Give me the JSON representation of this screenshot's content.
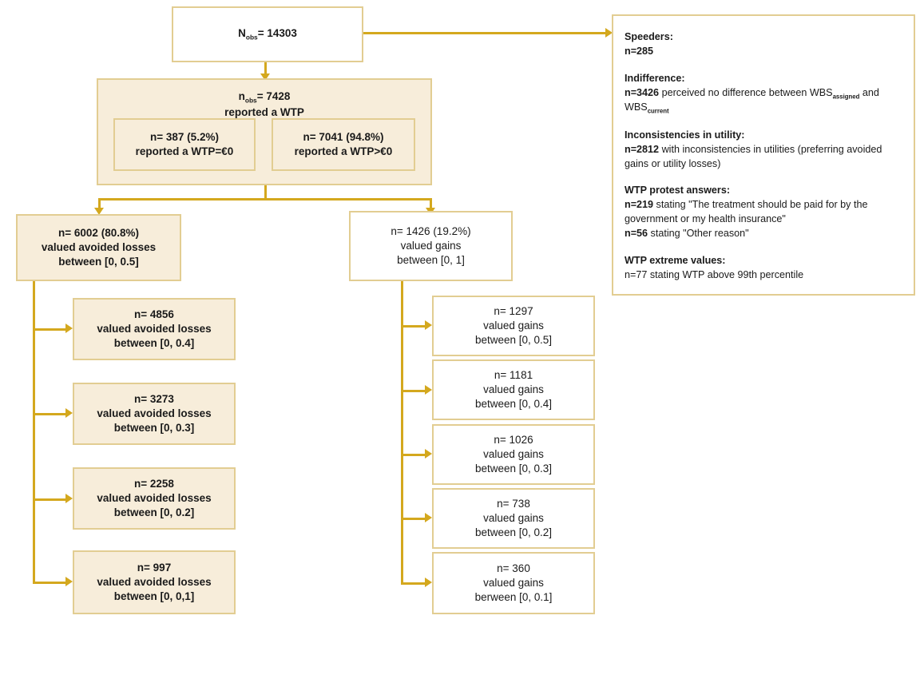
{
  "diagram": {
    "title": "WTP study sample flow diagram",
    "colors": {
      "connector": "#d4a81e",
      "box_border": "#e2cd92",
      "box_fill_tan": "#f7edda",
      "box_fill_white": "#ffffff",
      "text": "#1a1a1a"
    }
  },
  "nodes": {
    "total": {
      "label_prefix": "N",
      "label_sub": "obs",
      "label_value": "= 14303"
    },
    "wtp_parent": {
      "line1_prefix": "n",
      "line1_sub": "obs",
      "line1_value": "= 7428",
      "line2": "reported a WTP"
    },
    "wtp_zero": {
      "line1": "n= 387 (5.2%)",
      "line2": "reported a WTP=€0"
    },
    "wtp_pos": {
      "line1": "n= 7041 (94.8%)",
      "line2": "reported a WTP>€0"
    },
    "losses_parent": {
      "line1": "n= 6002 (80.8%)",
      "line2": "valued avoided losses",
      "line3": "between [0, 0.5]"
    },
    "gains_parent": {
      "line1": "n= 1426 (19.2%)",
      "line2": "valued gains",
      "line3": "between [0, 1]"
    }
  },
  "losses_children": [
    {
      "line1": "n= 4856",
      "line2": "valued avoided losses",
      "line3": "between [0, 0.4]"
    },
    {
      "line1": "n= 3273",
      "line2": "valued avoided losses",
      "line3": "between [0, 0.3]"
    },
    {
      "line1": "n= 2258",
      "line2": "valued avoided losses",
      "line3": "between [0, 0.2]"
    },
    {
      "line1": "n= 997",
      "line2": "valued avoided losses",
      "line3": "between [0, 0,1]"
    }
  ],
  "gains_children": [
    {
      "line1": "n= 1297",
      "line2": "valued gains",
      "line3": "between [0, 0.5]"
    },
    {
      "line1": "n= 1181",
      "line2": "valued gains",
      "line3": "between [0, 0.4]"
    },
    {
      "line1": "n= 1026",
      "line2": "valued gains",
      "line3": "between [0, 0.3]"
    },
    {
      "line1": "n= 738",
      "line2": "valued gains",
      "line3": "between [0, 0.2]"
    },
    {
      "line1": "n= 360",
      "line2": "valued gains",
      "line3": "berween [0, 0.1]"
    }
  ],
  "exclusions": {
    "speeders": {
      "heading": "Speeders:",
      "n": "n=285"
    },
    "indifference": {
      "heading": "Indifference:",
      "n": "n=3426",
      "text_a": " perceived no difference between WBS",
      "sub_a": "assigned",
      "text_b": "and WBS",
      "sub_b": "current"
    },
    "inconsistencies": {
      "heading": "Inconsistencies in utility:",
      "n": "n=2812",
      "text": " with inconsistencies in utilities (preferring avoided gains or utility losses)"
    },
    "protest": {
      "heading": "WTP protest answers:",
      "n1": "n=219",
      "text1": " stating \"The treatment should be paid for by the government or my health insurance\"",
      "n2": "n=56",
      "text2": " stating \"Other reason\""
    },
    "extreme": {
      "heading": "WTP extreme values:",
      "n": "n=77",
      "text": " stating WTP above 99th percentile"
    }
  }
}
